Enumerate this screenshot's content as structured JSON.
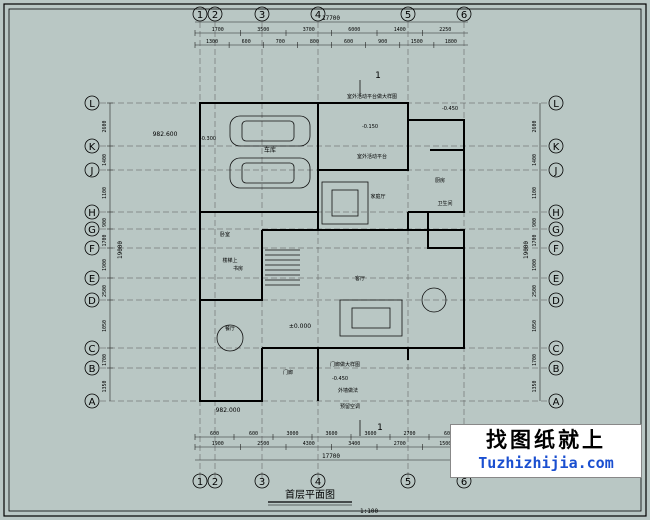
{
  "drawing": {
    "title": "首层平面图",
    "scale": "1:100",
    "total_width_dim": "17700",
    "total_height_dim": "19000"
  },
  "axes": {
    "columns": [
      "1",
      "2",
      "3",
      "4",
      "5",
      "6"
    ],
    "rows": [
      "L",
      "K",
      "J",
      "H",
      "G",
      "F",
      "E",
      "D",
      "C",
      "B",
      "A"
    ]
  },
  "top_dims_row1": [
    "1700",
    "3500",
    "3700",
    "6000",
    "1400",
    "2250"
  ],
  "top_dims_row2": [
    "1300",
    "600",
    "700",
    "800",
    "600",
    "900",
    "1500",
    "1800"
  ],
  "bottom_dims_row1": [
    "600",
    "600",
    "3000",
    "3600",
    "3600",
    "2700",
    "600"
  ],
  "bottom_dims_row2": [
    "1900",
    "2500",
    "4300",
    "3400",
    "2700",
    "1500"
  ],
  "left_dims": [
    "2600",
    "1400",
    "1100",
    "900",
    "1700",
    "1900",
    "2500",
    "1050",
    "1700",
    "1350"
  ],
  "rooms": {
    "garage": "车库",
    "parlor": "客厅",
    "family_room": "家庭厅",
    "dining": "餐厅",
    "kitchen": "厨房",
    "study": "书房",
    "porch": "门廊",
    "bedroom": "卧室",
    "bath": "卫生间",
    "outdoor_platform": "室外活动平台"
  },
  "labels": {
    "section_mark": "1",
    "level_zero": "±0.000",
    "level_minus_150": "-0.150",
    "level_minus_450": "-0.450",
    "level_minus_300": "-0.300",
    "elev_top": "982.600",
    "elev_bottom": "982.000",
    "note_platform": "室外活动平台做大样图",
    "note_stair": "楼梯上",
    "note_entry": "门廊做大样图",
    "note_wall": "外墙做法",
    "note_cabinet": "预留空调"
  },
  "watermark": {
    "cn": "找图纸就上",
    "en": "Tuzhizhijia.com"
  }
}
